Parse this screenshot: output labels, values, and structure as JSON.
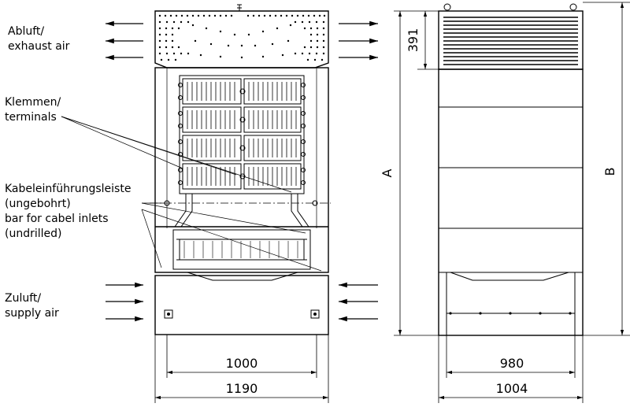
{
  "labels": {
    "exhaust_de": "Abluft/",
    "exhaust_en": "exhaust air",
    "terminals_de": "Klemmen/",
    "terminals_en": "terminals",
    "cable_de1": "Kabeleinführungsleiste",
    "cable_de2": "(ungebohrt)",
    "cable_en1": "bar for cabel inlets",
    "cable_en2": "(undrilled)",
    "supply_de": "Zuluft/",
    "supply_en": "supply air"
  },
  "dimensions": {
    "width_inner": "1000",
    "width_outer": "1190",
    "depth_inner": "980",
    "depth_outer": "1004",
    "hood_height": "391",
    "height_a": "A",
    "height_b": "B"
  }
}
